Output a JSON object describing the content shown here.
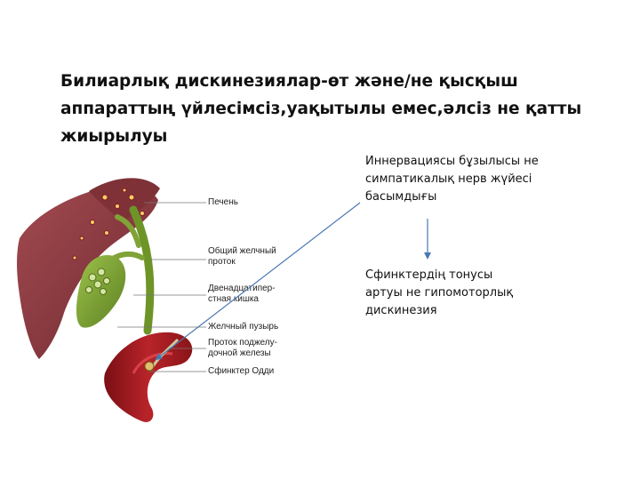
{
  "title_lines": [
    "Билиарлық дискинезиялар-өт және/не қысқыш",
    "аппараттың үйлесімсіз,уақытылы емес,әлсіз не қатты",
    "жиырылуы"
  ],
  "anatomy_labels": [
    "Печень",
    "Общий желчный",
    "проток",
    "Двенадцатипер-",
    "стная кишка",
    "Желчный пузырь",
    "Проток поджелу-",
    "дочной железы",
    "Сфинктер Одди"
  ],
  "note_top_lines": [
    "Иннервациясы бұзылысы не",
    "симпатикалық нерв жүйесі",
    "басымдығы"
  ],
  "note_bottom_lines": [
    "Сфинктердің тонусы",
    "артуы не гипомоторлық",
    "дискинезия"
  ],
  "colors": {
    "liver": "#8e3a3f",
    "duodenum": "#a31d22",
    "gallbladder": "#7fa336",
    "arrow": "#4a78b0"
  }
}
